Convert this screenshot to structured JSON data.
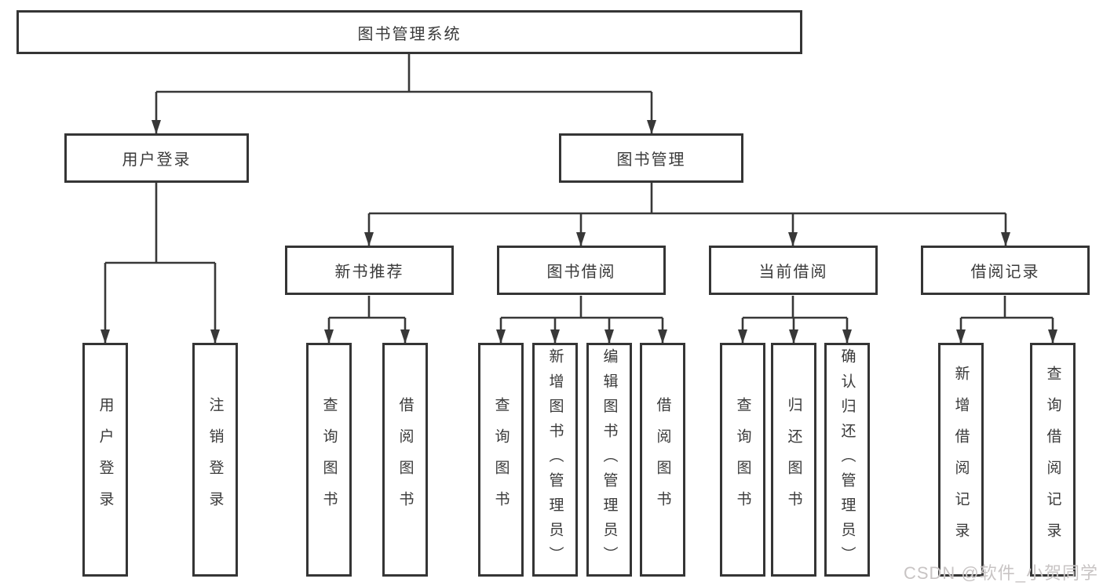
{
  "title": "图书管理系统",
  "level2": {
    "user_login": "用户登录",
    "book_management": "图书管理"
  },
  "modules": {
    "new_book": "新书推荐",
    "book_borrow": "图书借阅",
    "current_borrow": "当前借阅",
    "borrow_record": "借阅记录"
  },
  "leaves": {
    "user_login": [
      "用户登录",
      "注销登录"
    ],
    "new_book": [
      "查询图书",
      "借阅图书"
    ],
    "book_borrow": [
      "查询图书",
      "新增图书（管理员）",
      "编辑图书（管理员）",
      "借阅图书"
    ],
    "current_borrow": [
      "查询图书",
      "归还图书",
      "确认归还（管理员）"
    ],
    "borrow_record": [
      "新增借阅记录",
      "查询借阅记录"
    ]
  },
  "watermark": "CSDN @软件_小贺同学",
  "colors": {
    "line": "#383838",
    "border": "#353535",
    "text": "#3a3a3a",
    "watermark": "#c8c4c4",
    "background": "#ffffff"
  }
}
